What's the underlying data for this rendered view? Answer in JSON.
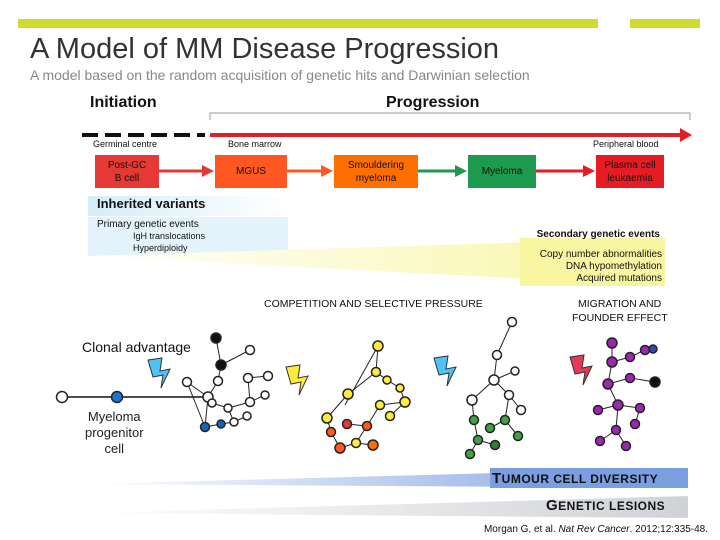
{
  "title": "A Model of MM Disease Progression",
  "subtitle": "A model based on the random acquisition of genetic hits and Darwinian selection",
  "phases": {
    "initiation": "Initiation",
    "progression": "Progression"
  },
  "locations": {
    "germinal": "Germinal centre",
    "marrow": "Bone marrow",
    "blood": "Peripheral blood"
  },
  "stages": {
    "postgc": [
      "Post-GC",
      "B cell"
    ],
    "mgus": "MGUS",
    "smouldering": [
      "Smouldering",
      "myeloma"
    ],
    "myeloma": "Myeloma",
    "plasma": [
      "Plasma cell",
      "leukaemia"
    ]
  },
  "variants": {
    "heading": "Inherited variants",
    "primary": "Primary genetic events",
    "igh": "IgH translocations",
    "hyper": "Hyperdiploidy"
  },
  "secondary": {
    "heading": "Secondary genetic events",
    "cna": "Copy number abnormalities",
    "dna": "DNA hypomethylation",
    "mut": "Acquired mutations"
  },
  "pressures": {
    "competition": "COMPETITION AND SELECTIVE PRESSURE",
    "migration1": "MIGRATION AND",
    "migration2": "FOUNDER EFFECT"
  },
  "clonal_advantage": "Clonal advantage",
  "progenitor": [
    "Myeloma",
    "progenitor",
    "cell"
  ],
  "diversity": {
    "first": "T",
    "rest": "UMOUR CELL DIVERSITY"
  },
  "lesions": {
    "first": "G",
    "rest": "ENETIC LESIONS"
  },
  "citation": {
    "authors": "Morgan G, et al. ",
    "journal": "Nat Rev Cancer",
    "ref": ". 2012;12:335-48."
  },
  "colors": {
    "accent": "#cddc2e",
    "postgc": "#e53935",
    "mgus": "#ff5722",
    "smouldering": "#ff6f00",
    "myeloma": "#1e9a4f",
    "plasma": "#e51c23",
    "diversity_wedge": "#7a9ee0",
    "lesions_wedge": "#cfd2d6"
  }
}
